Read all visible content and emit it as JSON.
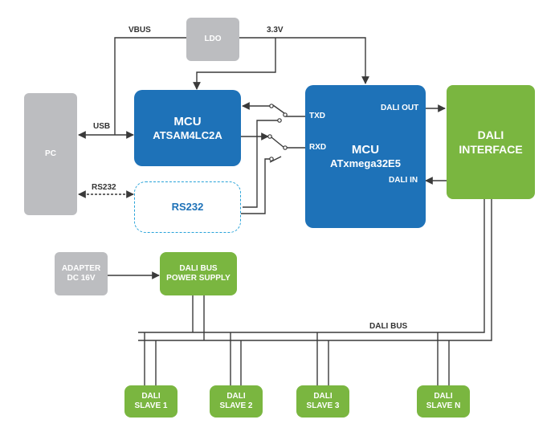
{
  "blocks": {
    "ldo": "LDO",
    "pc": "PC",
    "mcu1_line1": "MCU",
    "mcu1_line2": "ATSAM4LC2A",
    "rs232_box": "RS232",
    "mcu2_line1": "MCU",
    "mcu2_line2": "ATxmega32E5",
    "dali_interface_line1": "DALI",
    "dali_interface_line2": "INTERFACE",
    "adapter_line1": "ADAPTER",
    "adapter_line2": "DC 16V",
    "psu_line1": "DALI BUS",
    "psu_line2": "POWER SUPPLY",
    "slaves": [
      {
        "line1": "DALI",
        "line2": "SLAVE 1"
      },
      {
        "line1": "DALI",
        "line2": "SLAVE 2"
      },
      {
        "line1": "DALI",
        "line2": "SLAVE 3"
      },
      {
        "line1": "DALI",
        "line2": "SLAVE N"
      }
    ]
  },
  "labels": {
    "vbus": "VBUS",
    "v33": "3.3V",
    "usb": "USB",
    "rs232": "RS232",
    "txd": "TXD",
    "rxd": "RXD",
    "dali_out": "DALI OUT",
    "dali_in": "DALI IN",
    "dali_bus": "DALI BUS"
  },
  "colors": {
    "gray_block": "#bcbdc0",
    "mcu_blue": "#1e72b8",
    "dali_green": "#7ab640",
    "rs232_dashed": "#29a3d9",
    "wire": "#3a3a3a"
  }
}
